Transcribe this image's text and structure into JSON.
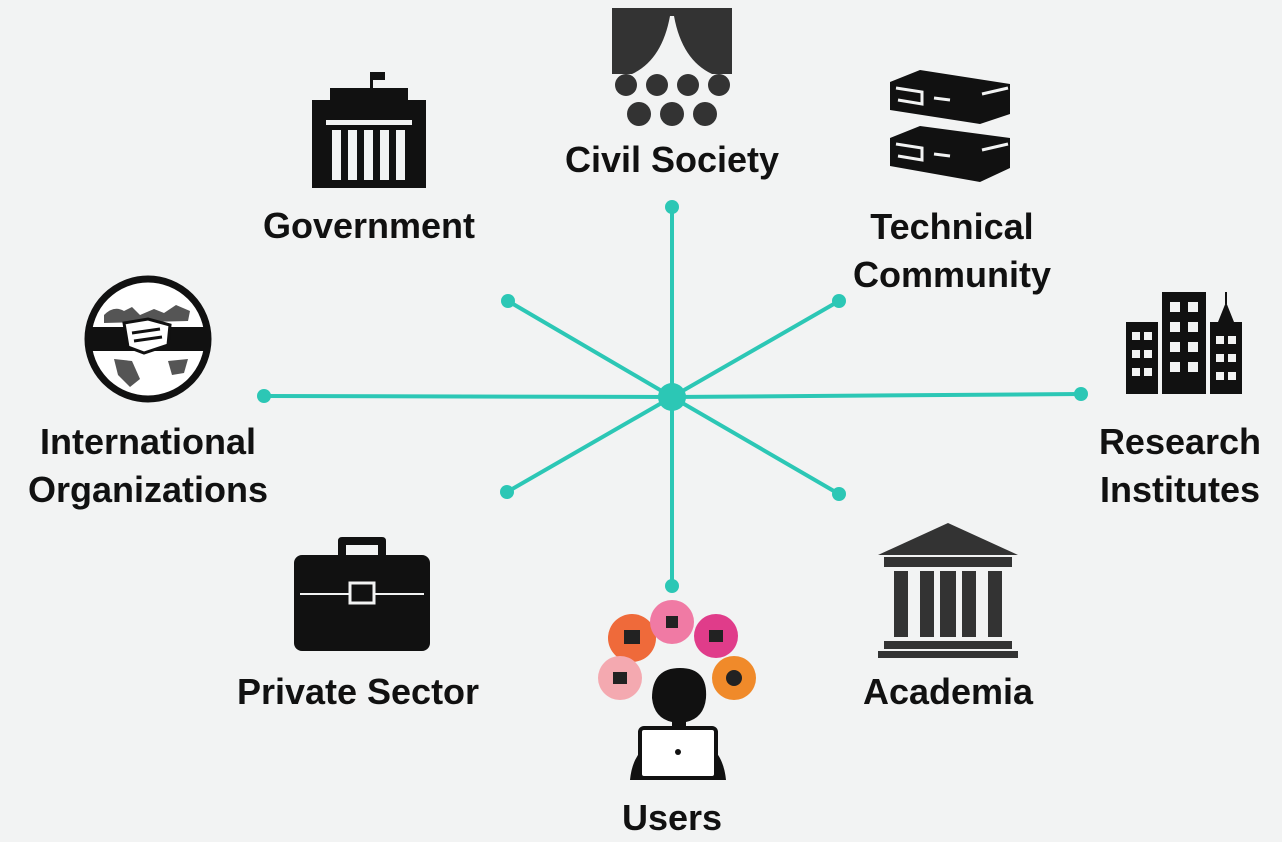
{
  "diagram": {
    "accent_color": "#2cc7b5",
    "icon_color": "#111111",
    "stakeholders": [
      {
        "id": "civil-society",
        "lines": [
          "Civil Society"
        ],
        "icon": "audience-icon"
      },
      {
        "id": "government",
        "lines": [
          "Government"
        ],
        "icon": "government-building-icon"
      },
      {
        "id": "technical-community",
        "lines": [
          "Technical",
          "Community"
        ],
        "icon": "server-rack-icon"
      },
      {
        "id": "international-organizations",
        "lines": [
          "International",
          "Organizations"
        ],
        "icon": "handshake-globe-icon"
      },
      {
        "id": "research-institutes",
        "lines": [
          "Research",
          "Institutes"
        ],
        "icon": "city-buildings-icon"
      },
      {
        "id": "private-sector",
        "lines": [
          "Private Sector"
        ],
        "icon": "briefcase-icon"
      },
      {
        "id": "academia",
        "lines": [
          "Academia"
        ],
        "icon": "classical-building-icon"
      },
      {
        "id": "users",
        "lines": [
          "Users"
        ],
        "icon": "user-laptop-icon"
      }
    ]
  }
}
